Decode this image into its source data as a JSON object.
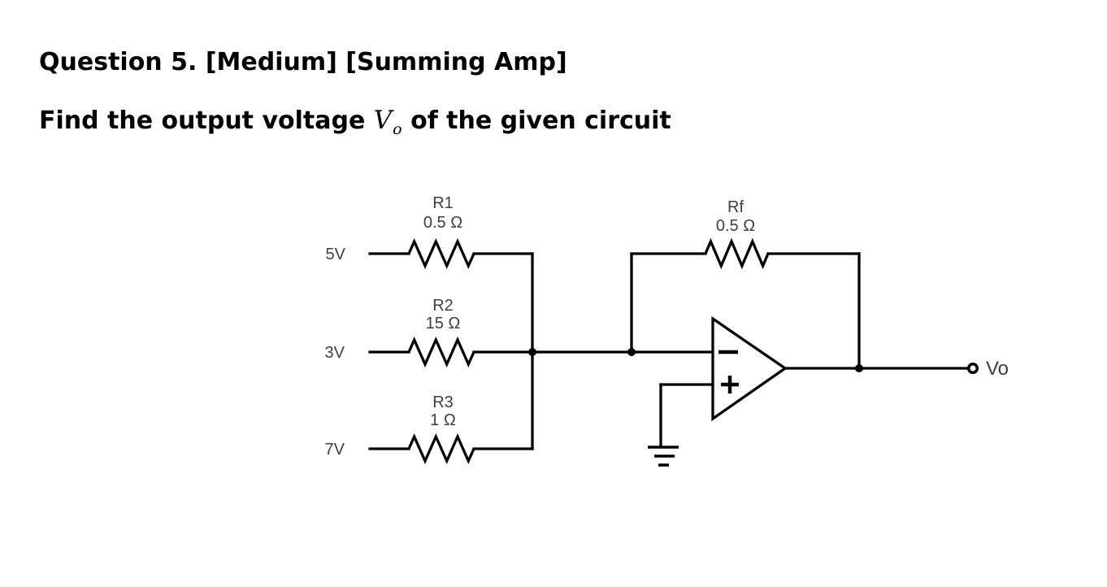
{
  "heading": {
    "line1": "Question 5. [Medium] [Summing Amp]",
    "line2_prefix": "Find the output voltage",
    "math_var": "V",
    "math_sub": "o",
    "line2_suffix": "of the given circuit"
  },
  "circuit": {
    "branches": [
      {
        "source": "5V",
        "resistor": "R1",
        "value": "0.5 Ω"
      },
      {
        "source": "3V",
        "resistor": "R2",
        "value": "15 Ω"
      },
      {
        "source": "7V",
        "resistor": "R3",
        "value": "1 Ω"
      }
    ],
    "feedback": {
      "resistor": "Rf",
      "value": "0.5 Ω"
    },
    "opamp": {
      "inverting_sign": "−",
      "non_inverting_sign": "+"
    },
    "output": {
      "label": "Vo"
    },
    "colors": {
      "wire": "#000000",
      "label": "#3f3f3f",
      "heading": "#000000",
      "background": "#ffffff"
    }
  }
}
